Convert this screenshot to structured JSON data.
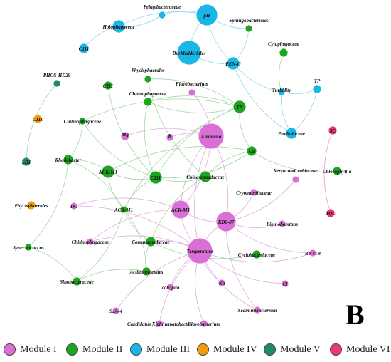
{
  "panel_letter": "B",
  "colors": {
    "module_1": "#DA70D6",
    "module_2": "#1EA51E",
    "module_3": "#1BB6E8",
    "module_4": "#F39C12",
    "module_5": "#1F8A70",
    "module_6": "#E63A6B",
    "edge_1": "#D99BD9",
    "edge_2": "#8FD18F",
    "edge_3": "#7FD0F0",
    "edge_6": "#F08AA4"
  },
  "legend": [
    {
      "label": "Module I",
      "module": "module_1"
    },
    {
      "label": "Module II",
      "module": "module_2"
    },
    {
      "label": "Module III",
      "module": "module_3"
    },
    {
      "label": "Module IV",
      "module": "module_4"
    },
    {
      "label": "Module V",
      "module": "module_5"
    },
    {
      "label": "Module VI",
      "module": "module_6"
    }
  ],
  "nodes": [
    {
      "label": "pH",
      "module": "module_3"
    },
    {
      "label": "Pelagibacteraceae",
      "module": "module_3"
    },
    {
      "label": "Holophagaceae",
      "module": "module_3"
    },
    {
      "label": "C111",
      "module": "module_3"
    },
    {
      "label": "Burkholderiales",
      "module": "module_3"
    },
    {
      "label": "Sphingobacteriales",
      "module": "module_2"
    },
    {
      "label": "Cytophagaceae",
      "module": "module_2"
    },
    {
      "label": "PEN-G",
      "module": "module_3"
    },
    {
      "label": "TP",
      "module": "module_3"
    },
    {
      "label": "Turbidity",
      "module": "module_3"
    },
    {
      "label": "Pirellulaceae",
      "module": "module_3"
    },
    {
      "label": "Phycisphaerales",
      "module": "module_2"
    },
    {
      "label": "PHOS-HD29",
      "module": "module_5"
    },
    {
      "label": "C111",
      "module": "module_2"
    },
    {
      "label": "Chitinophagaceae",
      "module": "module_2"
    },
    {
      "label": "Flavobacterium",
      "module": "module_1"
    },
    {
      "label": "TN",
      "module": "module_2"
    },
    {
      "label": "C111",
      "module": "module_4"
    },
    {
      "label": "Chitinophagaceae",
      "module": "module_2"
    },
    {
      "label": "Mg",
      "module": "module_1"
    },
    {
      "label": "K",
      "module": "module_1"
    },
    {
      "label": "Ammonia",
      "module": "module_1"
    },
    {
      "label": "SC",
      "module": "module_6"
    },
    {
      "label": "Rhodobacter",
      "module": "module_2"
    },
    {
      "label": "Ca",
      "module": "module_2"
    },
    {
      "label": "LD1",
      "module": "module_5"
    },
    {
      "label": "ACK-M1",
      "module": "module_2"
    },
    {
      "label": "C111",
      "module": "module_2"
    },
    {
      "label": "Comamonadaceae",
      "module": "module_2"
    },
    {
      "label": "Verrucomicrobiaceae",
      "module": "module_1"
    },
    {
      "label": "Chlorophyll-a",
      "module": "module_2"
    },
    {
      "label": "Cryomorphaceae",
      "module": "module_1"
    },
    {
      "label": "Phycisphaerales",
      "module": "module_4"
    },
    {
      "label": "DO",
      "module": "module_1"
    },
    {
      "label": "ACK-M1",
      "module": "module_2"
    },
    {
      "label": "ACK-M1",
      "module": "module_1"
    },
    {
      "label": "KD8-87",
      "module": "module_1"
    },
    {
      "label": "TOC",
      "module": "module_6"
    },
    {
      "label": "Limnohabitans",
      "module": "module_1"
    },
    {
      "label": "Chitinophagaceae",
      "module": "module_1"
    },
    {
      "label": "Comamonadaceae",
      "module": "module_2"
    },
    {
      "label": "Synechococcus",
      "module": "module_2"
    },
    {
      "label": "Temperature",
      "module": "module_1"
    },
    {
      "label": "Cyclobacteriaceae",
      "module": "module_2"
    },
    {
      "label": "R4-41B",
      "module": "module_1"
    },
    {
      "label": "Actinomycetales",
      "module": "module_2"
    },
    {
      "label": "Sinobacteraceae",
      "module": "module_2"
    },
    {
      "label": "calcipila",
      "module": "module_1"
    },
    {
      "label": "Na",
      "module": "module_1"
    },
    {
      "label": "Cl",
      "module": "module_1"
    },
    {
      "label": "Sediminibacterium",
      "module": "module_1"
    },
    {
      "label": "SJA-4",
      "module": "module_1"
    },
    {
      "label": "Candidatus Xiphinematobacter",
      "module": "module_1"
    },
    {
      "label": "Flavobacterium",
      "module": "module_1"
    }
  ],
  "edges": [
    [
      0,
      2
    ],
    [
      0,
      4
    ],
    [
      0,
      7
    ],
    [
      0,
      1
    ],
    [
      2,
      3
    ],
    [
      2,
      1
    ],
    [
      4,
      7
    ],
    [
      7,
      9
    ],
    [
      7,
      10
    ],
    [
      9,
      10
    ],
    [
      9,
      8
    ],
    [
      10,
      8
    ],
    [
      7,
      5
    ],
    [
      6,
      9
    ],
    [
      0,
      5
    ],
    [
      22,
      37
    ],
    [
      12,
      25
    ],
    [
      35,
      42
    ],
    [
      35,
      36
    ],
    [
      35,
      21
    ],
    [
      36,
      42
    ],
    [
      21,
      42
    ],
    [
      36,
      21
    ],
    [
      42,
      47
    ],
    [
      42,
      48
    ],
    [
      42,
      49
    ],
    [
      42,
      50
    ],
    [
      42,
      51
    ],
    [
      42,
      52
    ],
    [
      42,
      53
    ],
    [
      42,
      39
    ],
    [
      36,
      38
    ],
    [
      36,
      44
    ],
    [
      36,
      31
    ],
    [
      36,
      29
    ],
    [
      21,
      19
    ],
    [
      21,
      20
    ],
    [
      42,
      33
    ],
    [
      35,
      33
    ],
    [
      21,
      15
    ],
    [
      36,
      50
    ],
    [
      42,
      44
    ],
    [
      35,
      39
    ],
    [
      42,
      40
    ],
    [
      21,
      35
    ],
    [
      16,
      14
    ],
    [
      16,
      24
    ],
    [
      16,
      27
    ],
    [
      16,
      11
    ],
    [
      16,
      18
    ],
    [
      24,
      30
    ],
    [
      24,
      28
    ],
    [
      26,
      23
    ],
    [
      26,
      34
    ],
    [
      27,
      34
    ],
    [
      27,
      28
    ],
    [
      28,
      40
    ],
    [
      34,
      40
    ],
    [
      40,
      45
    ],
    [
      45,
      46
    ],
    [
      46,
      41
    ],
    [
      41,
      23
    ],
    [
      23,
      18
    ],
    [
      34,
      23
    ],
    [
      40,
      43
    ],
    [
      26,
      27
    ],
    [
      13,
      27
    ],
    [
      14,
      27
    ],
    [
      16,
      34
    ],
    [
      24,
      26
    ],
    [
      45,
      34
    ],
    [
      46,
      34
    ],
    [
      27,
      24
    ],
    [
      14,
      16
    ],
    [
      11,
      28
    ],
    [
      18,
      27
    ]
  ]
}
